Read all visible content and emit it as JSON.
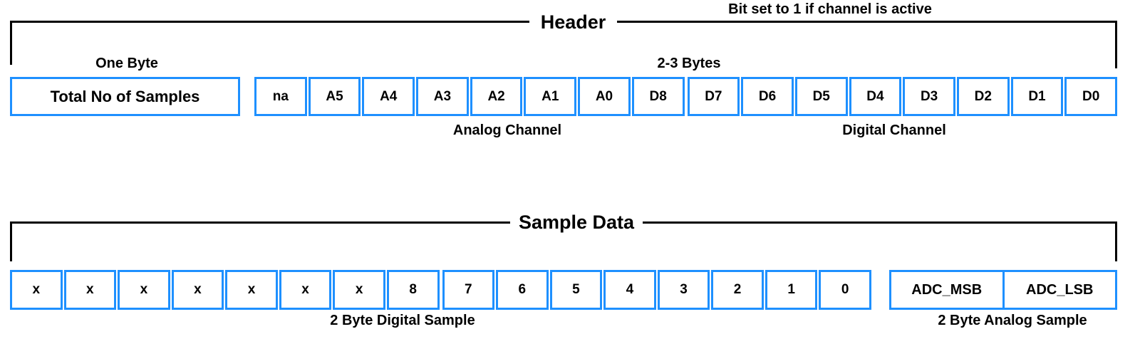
{
  "header_section": {
    "title": "Header",
    "bit_note": "Bit set to 1 if channel is active",
    "samples_box": {
      "size_label": "One Byte",
      "label": "Total No of Samples"
    },
    "bitfield": {
      "size_label": "2-3 Bytes",
      "cells": [
        "na",
        "A5",
        "A4",
        "A3",
        "A2",
        "A1",
        "A0",
        "D8",
        "D7",
        "D6",
        "D5",
        "D4",
        "D3",
        "D2",
        "D1",
        "D0"
      ],
      "analog_label": "Analog Channel",
      "digital_label": "Digital Channel"
    }
  },
  "sample_section": {
    "title": "Sample Data",
    "digital_row": {
      "cells": [
        "x",
        "x",
        "x",
        "x",
        "x",
        "x",
        "x",
        "8",
        "7",
        "6",
        "5",
        "4",
        "3",
        "2",
        "1",
        "0"
      ],
      "caption": "2 Byte Digital Sample"
    },
    "analog_row": {
      "cells": [
        "ADC_MSB",
        "ADC_LSB"
      ],
      "caption": "2 Byte Analog Sample"
    }
  },
  "colors": {
    "cell_border": "#1E90FF",
    "bracket": "#000000",
    "text": "#000000"
  }
}
